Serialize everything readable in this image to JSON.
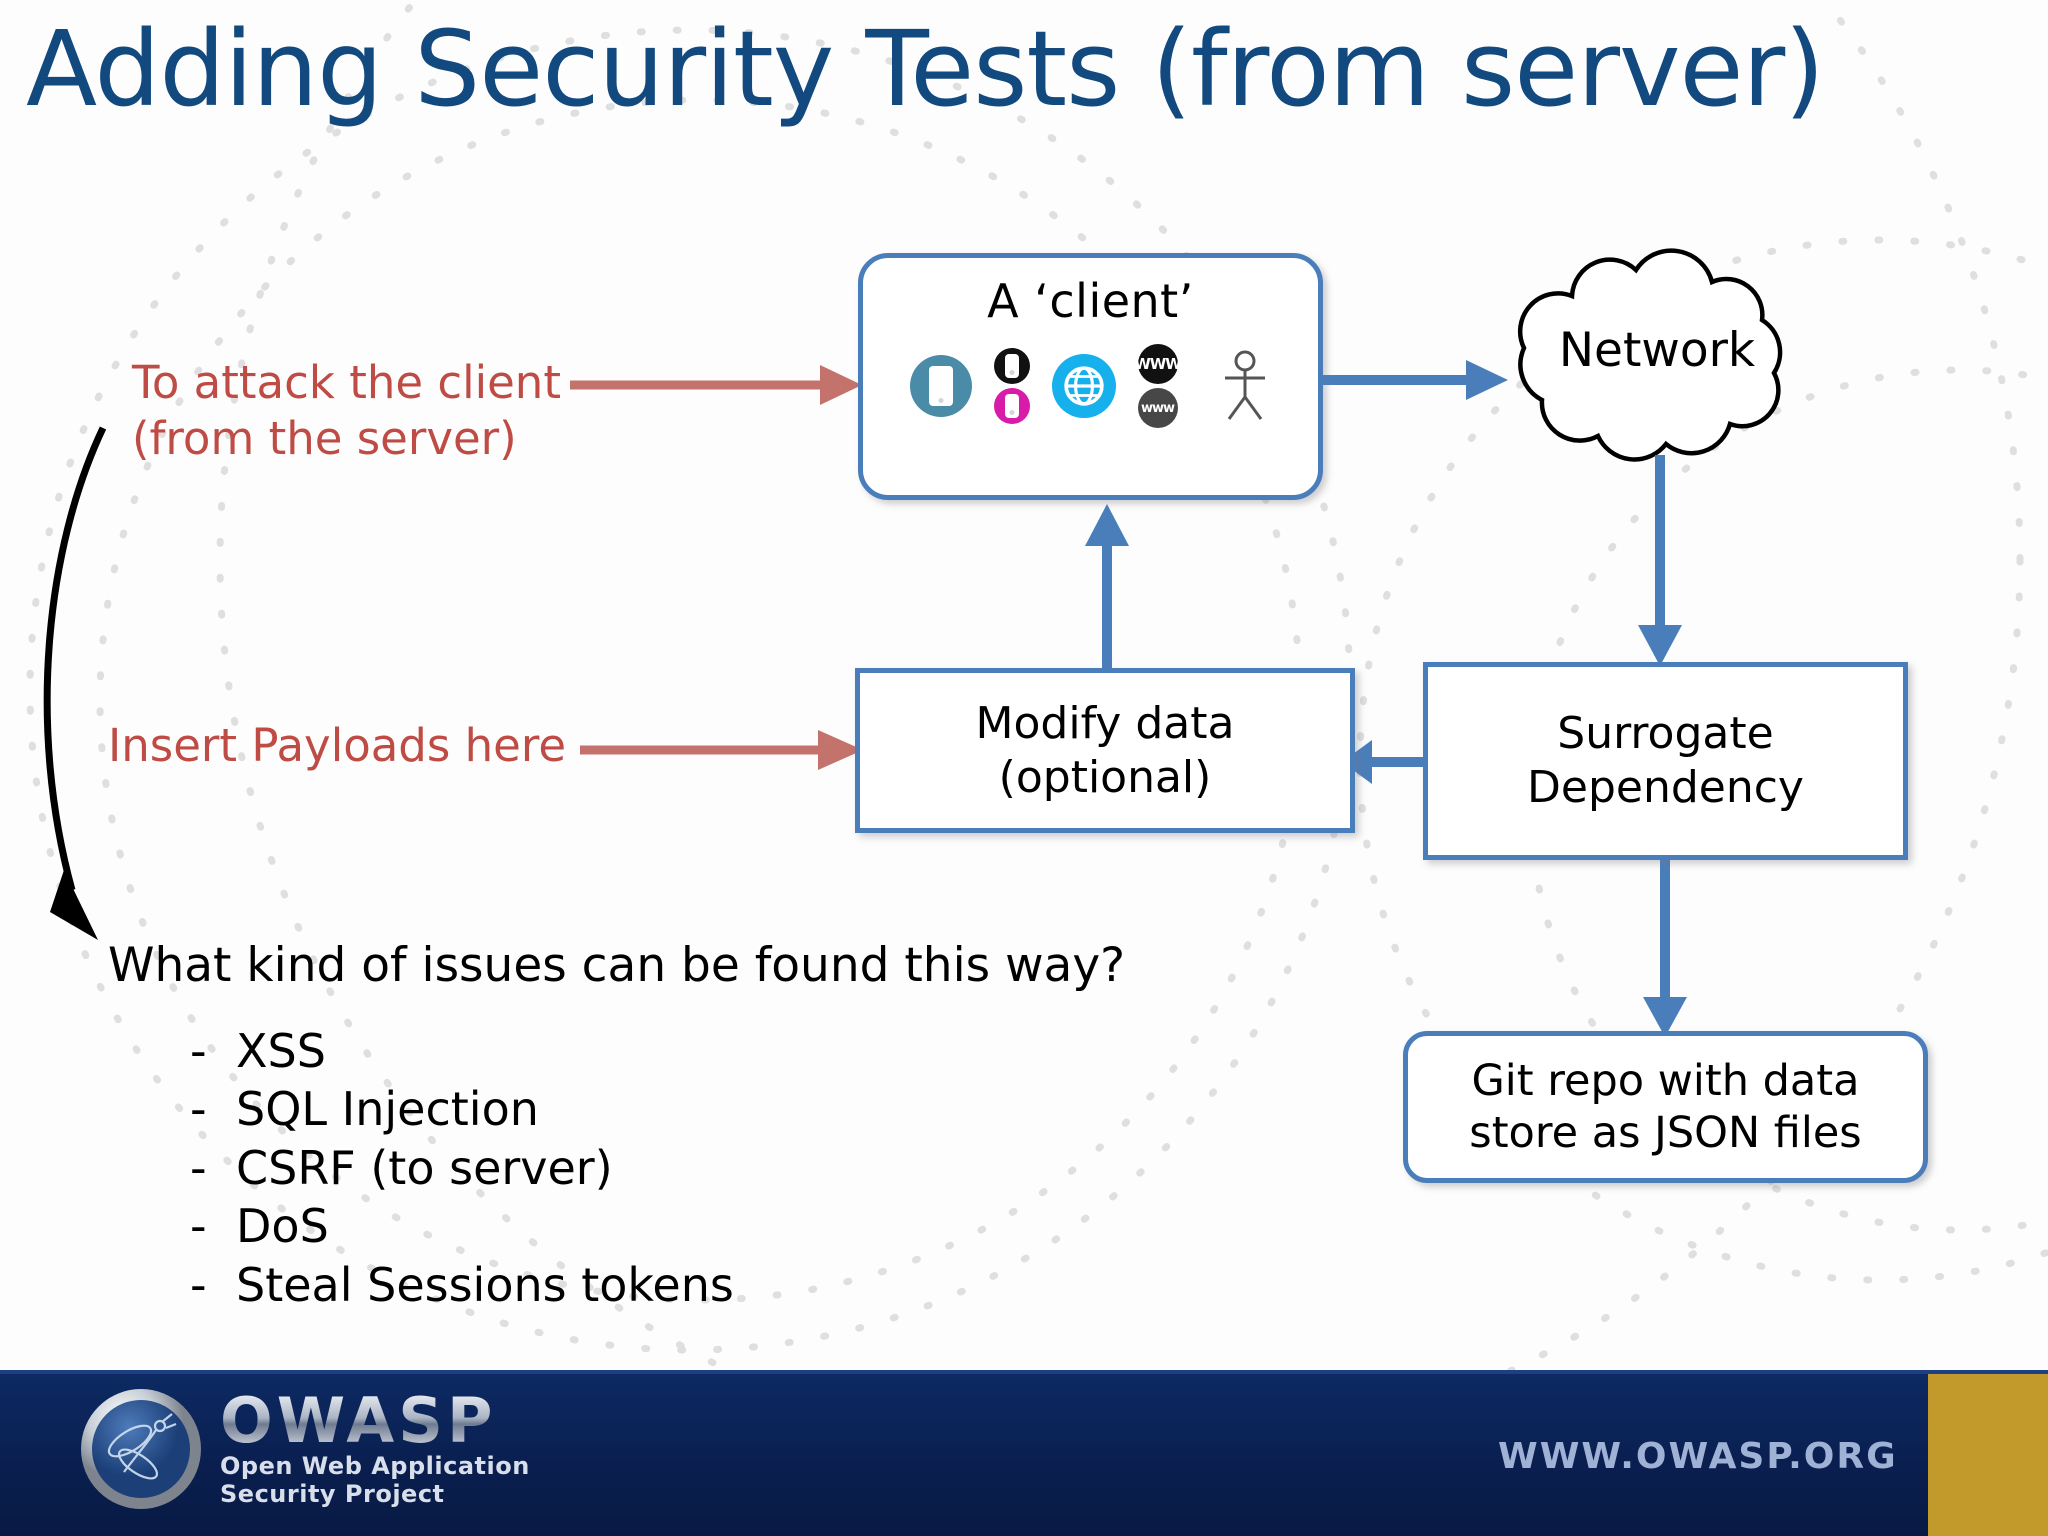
{
  "slide": {
    "title": "Adding Security Tests (from server)",
    "title_color": "#12497f",
    "background": "#fdfdfd"
  },
  "annotations": {
    "attack_note_line1": "To attack the client",
    "attack_note_line2": "(from the server)",
    "payload_note": "Insert Payloads here",
    "note_color": "#bf4b45"
  },
  "diagram": {
    "accent_blue": "#4a7ebb",
    "client": {
      "label": "A ‘client’",
      "icons": [
        {
          "name": "smartphone-teal-icon",
          "color": "#4a8ca8"
        },
        {
          "name": "smartphone-black-icon",
          "color": "#111111"
        },
        {
          "name": "smartphone-magenta-icon",
          "color": "#d81ba8"
        },
        {
          "name": "globe-cyan-icon",
          "color": "#16b0ec"
        },
        {
          "name": "www-black-icon",
          "color": "#111111",
          "text": "WWW"
        },
        {
          "name": "www-gray-icon",
          "color": "#474747",
          "text": "www"
        },
        {
          "name": "stick-figure-user-icon",
          "color": "#555555"
        }
      ]
    },
    "network": {
      "label": "Network"
    },
    "modify": {
      "line1": "Modify data",
      "line2": "(optional)"
    },
    "surrogate": {
      "line1": "Surrogate",
      "line2": "Dependency"
    },
    "git_repo": {
      "line1": "Git repo with data",
      "line2": "store as  JSON files"
    }
  },
  "content": {
    "question": "What kind of issues can be found this way?",
    "dash": "-",
    "bullets": [
      "XSS",
      "SQL Injection",
      "CSRF (to server)",
      "DoS",
      "Steal Sessions tokens"
    ]
  },
  "footer": {
    "brand": "OWASP",
    "tagline_line1": "Open Web Application",
    "tagline_line2": "Security Project",
    "url": "WWW.OWASP.ORG",
    "bg_color": "#0a1f50",
    "accent_color": "#c29a2c"
  }
}
